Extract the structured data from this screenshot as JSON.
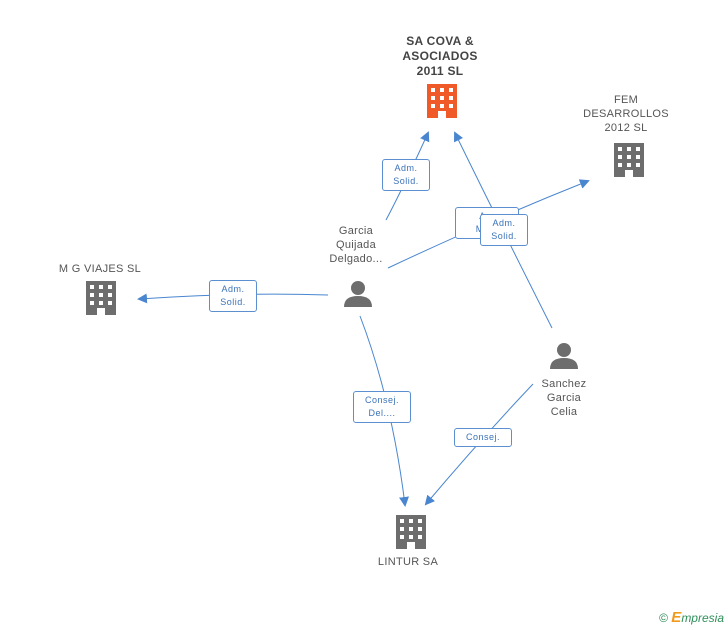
{
  "nodes": {
    "sa_cova": {
      "label": [
        "SA COVA &",
        "ASOCIADOS",
        "2011 SL"
      ],
      "kind": "company",
      "highlight": true
    },
    "fem": {
      "label": [
        "FEM",
        "DESARROLLOS",
        "2012 SL"
      ],
      "kind": "company"
    },
    "mg_viajes": {
      "label": [
        "M G VIAJES SL"
      ],
      "kind": "company"
    },
    "garcia": {
      "label": [
        "Garcia",
        "Quijada",
        "Delgado..."
      ],
      "kind": "person"
    },
    "sanchez": {
      "label": [
        "Sanchez",
        "Garcia",
        "Celia"
      ],
      "kind": "person"
    },
    "lintur": {
      "label": [
        "LINTUR SA"
      ],
      "kind": "company"
    }
  },
  "edges": {
    "garcia_sacova": {
      "label": [
        "Adm.",
        "Solid."
      ]
    },
    "garcia_fem": {
      "label": [
        "A...",
        "Ma..."
      ]
    },
    "sanchez_sacova": {
      "label": [
        "Adm.",
        "Solid."
      ]
    },
    "garcia_mg": {
      "label": [
        "Adm.",
        "Solid."
      ]
    },
    "garcia_lintur": {
      "label": [
        "Consej.",
        "Del...."
      ]
    },
    "sanchez_lintur": {
      "label": [
        "Consej."
      ]
    }
  },
  "footer": {
    "copyright": "©",
    "brand_initial": "E",
    "brand_rest": "mpresia"
  },
  "colors": {
    "company": "#6d6d6d",
    "company_highlight": "#f05a28",
    "person": "#6d6d6d",
    "edge": "#4a86cf"
  }
}
